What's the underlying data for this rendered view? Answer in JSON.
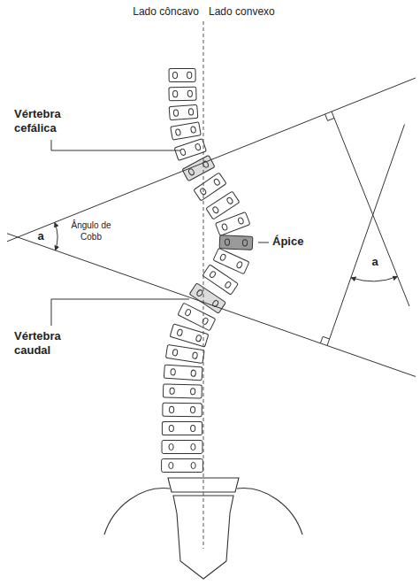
{
  "diagram": {
    "labels": [
      "Lado côncavo",
      "Lado convexo",
      "Vértebra cefálica",
      "Ângulo de Cobb",
      "Ápice",
      "Vértebra caudal",
      "a",
      "a"
    ]
  }
}
